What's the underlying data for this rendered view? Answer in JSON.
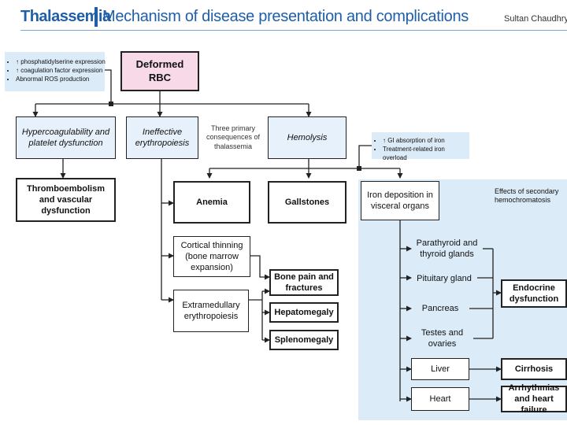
{
  "header": {
    "title": "Thalassemia",
    "subtitle": "Mechanism of disease presentation and complications",
    "author": "Sultan Chaudhry"
  },
  "notes": {
    "rbc_surface": [
      "↑ phosphatidylserine expression",
      "↑ coagulation factor expression",
      "Abnormal ROS production"
    ],
    "iron": [
      "↑ GI absorption of iron",
      "Treatment-related iron overload"
    ]
  },
  "boxes": {
    "deformed_rbc": "Deformed RBC",
    "hypercoag": "Hypercoagulability and platelet dysfunction",
    "ineffective": "Ineffective erythropoiesis",
    "three_primary": "Three primary consequences of thalassemia",
    "hemolysis": "Hemolysis",
    "thrombo": "Thromboembolism and vascular dysfunction",
    "anemia": "Anemia",
    "gallstones": "Gallstones",
    "iron_deposition": "Iron deposition in visceral organs",
    "secondary_effects": "Effects of secondary hemochromatosis",
    "cortical": "Cortical thinning (bone marrow expansion)",
    "extramedullary": "Extramedullary erythropoiesis",
    "bone_pain": "Bone pain and fractures",
    "hepatomegaly": "Hepatomegaly",
    "splenomegaly": "Splenomegaly",
    "parathyroid": "Parathyroid and thyroid glands",
    "pituitary": "Pituitary gland",
    "pancreas": "Pancreas",
    "testes": "Testes and ovaries",
    "liver": "Liver",
    "heart": "Heart",
    "endocrine": "Endocrine dysfunction",
    "cirrhosis": "Cirrhosis",
    "arrhythmias": "Arrhythmias and heart failure"
  },
  "colors": {
    "title_blue": "#1f5ea8",
    "rbc_pink": "#f7d9e8",
    "panel_blue": "#dcebf8"
  }
}
